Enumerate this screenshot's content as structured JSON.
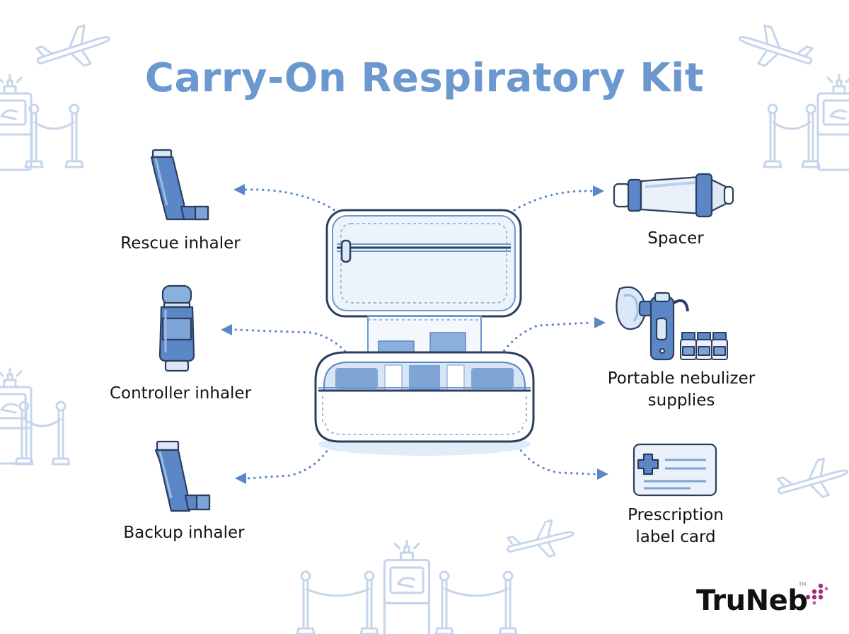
{
  "title": "Carry-On Respiratory Kit",
  "items": {
    "rescue": "Rescue inhaler",
    "controller": "Controller inhaler",
    "backup": "Backup inhaler",
    "spacer": "Spacer",
    "nebulizer_line1": "Portable nebulizer",
    "nebulizer_line2": "supplies",
    "prescription_line1": "Prescription",
    "prescription_line2": "label card"
  },
  "brand": {
    "name": "TruNeb",
    "trademark": "TM"
  },
  "colors": {
    "title": "#6b98cf",
    "accent": "#5b87c6",
    "accent_light": "#dce8f6",
    "outline": "#2b3e60",
    "decor": "#c9d8ec",
    "brand_dots": "#a0307f"
  },
  "icons": [
    "airplane-icon",
    "security-scanner-icon",
    "rope-barrier-icon",
    "inhaler-icon",
    "spacer-icon",
    "nebulizer-icon",
    "vial-icon",
    "prescription-card-icon",
    "travel-case-icon",
    "arrow-icon"
  ]
}
